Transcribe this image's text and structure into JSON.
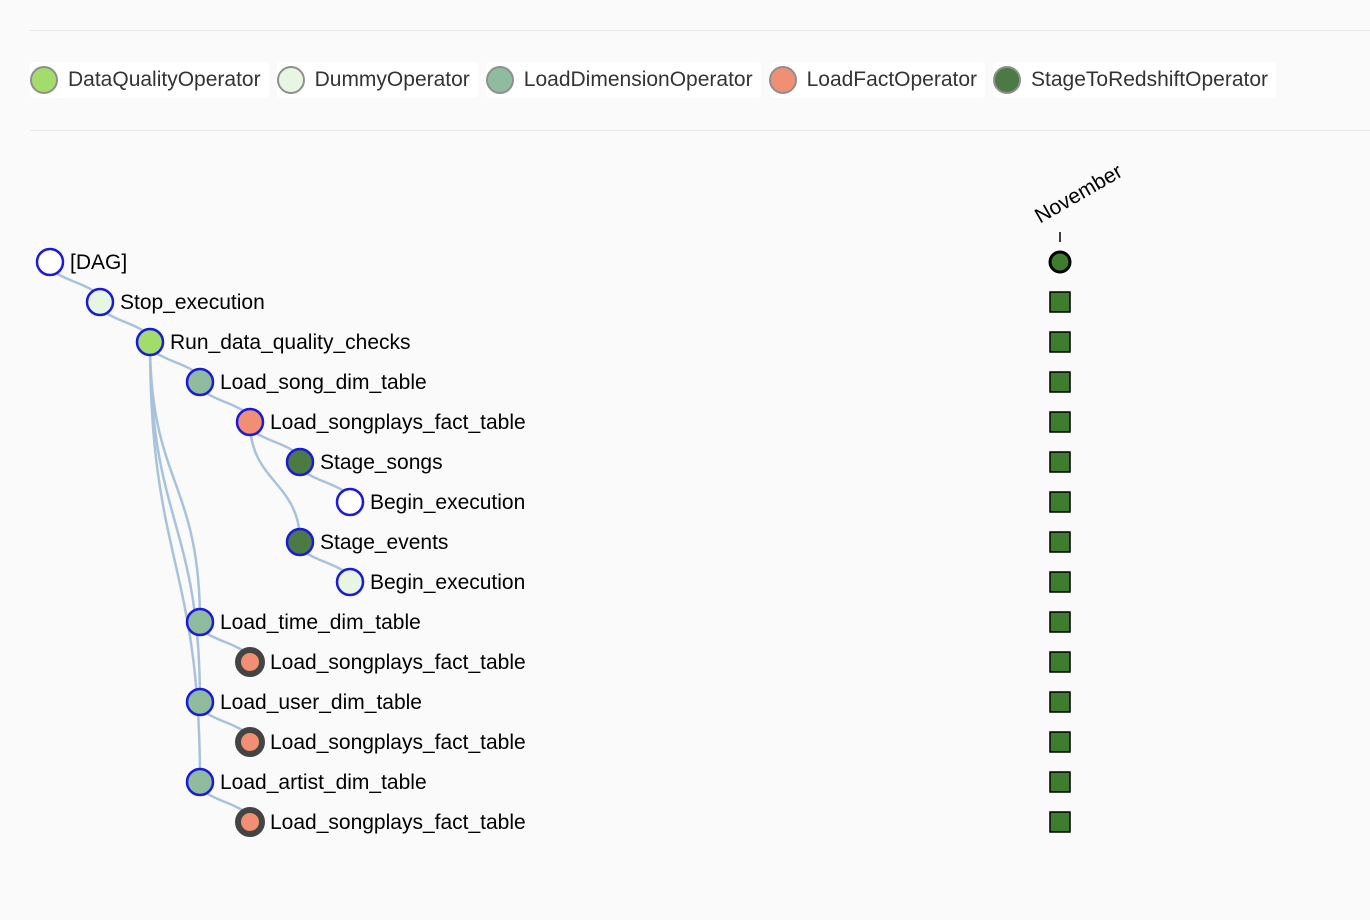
{
  "legend": [
    {
      "label": "DataQualityOperator",
      "color": "#a2dd6b"
    },
    {
      "label": "DummyOperator",
      "color": "#e7f5e3"
    },
    {
      "label": "LoadDimensionOperator",
      "color": "#8fbc9e"
    },
    {
      "label": "LoadFactOperator",
      "color": "#f08f74"
    },
    {
      "label": "StageToRedshiftOperator",
      "color": "#4b7a45"
    }
  ],
  "tree": {
    "month": "November",
    "root": {
      "label": "[DAG]",
      "status": "success"
    },
    "nodes": [
      {
        "label": "Stop_execution",
        "depth": 1,
        "parent": -1,
        "operator": 1,
        "border": "blue",
        "status": "success"
      },
      {
        "label": "Run_data_quality_checks",
        "depth": 2,
        "parent": 0,
        "operator": 0,
        "border": "blue",
        "status": "success"
      },
      {
        "label": "Load_song_dim_table",
        "depth": 3,
        "parent": 1,
        "operator": 2,
        "border": "blue",
        "status": "success"
      },
      {
        "label": "Load_songplays_fact_table",
        "depth": 4,
        "parent": 2,
        "operator": 3,
        "border": "blue",
        "status": "success"
      },
      {
        "label": "Stage_songs",
        "depth": 5,
        "parent": 3,
        "operator": 4,
        "border": "blue",
        "status": "success"
      },
      {
        "label": "Begin_execution",
        "depth": 6,
        "parent": 4,
        "operator": -1,
        "border": "blue",
        "status": "success"
      },
      {
        "label": "Stage_events",
        "depth": 5,
        "parent": 3,
        "operator": 4,
        "border": "blue",
        "status": "success"
      },
      {
        "label": "Begin_execution",
        "depth": 6,
        "parent": 6,
        "operator": 1,
        "border": "blue",
        "status": "success"
      },
      {
        "label": "Load_time_dim_table",
        "depth": 3,
        "parent": 1,
        "operator": 2,
        "border": "blue",
        "status": "success"
      },
      {
        "label": "Load_songplays_fact_table",
        "depth": 4,
        "parent": 8,
        "operator": 3,
        "border": "dark",
        "status": "success"
      },
      {
        "label": "Load_user_dim_table",
        "depth": 3,
        "parent": 1,
        "operator": 2,
        "border": "blue",
        "status": "success"
      },
      {
        "label": "Load_songplays_fact_table",
        "depth": 4,
        "parent": 10,
        "operator": 3,
        "border": "dark",
        "status": "success"
      },
      {
        "label": "Load_artist_dim_table",
        "depth": 3,
        "parent": 1,
        "operator": 2,
        "border": "blue",
        "status": "success"
      },
      {
        "label": "Load_songplays_fact_table",
        "depth": 4,
        "parent": 12,
        "operator": 3,
        "border": "dark",
        "status": "success"
      }
    ]
  },
  "colors": {
    "success": "#3f7d2e",
    "link": "#a9c2dc",
    "blue_border": "#1a1adb",
    "dark_border": "#444444",
    "empty_fill": "#ffffff"
  }
}
